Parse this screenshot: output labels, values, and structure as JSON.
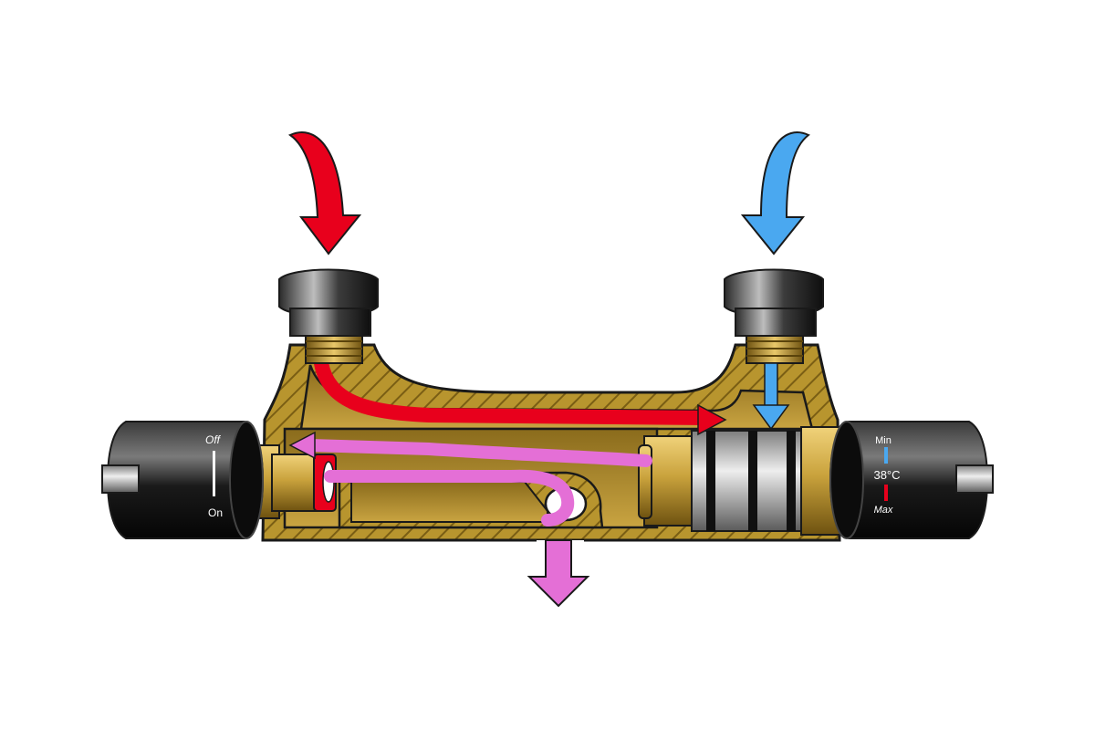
{
  "colors": {
    "hot": "#e8001c",
    "cold": "#4aa8f0",
    "mixed": "#e46fd6",
    "brass": "#b8952e",
    "brass_light": "#d9b85a",
    "brass_dark": "#7a5e14",
    "handle": "#1d1d1d",
    "handle_highlight": "#6b6b6b"
  },
  "left_handle": {
    "off_label": "Off",
    "on_label": "On",
    "icon": "on-off-scale-icon"
  },
  "right_handle": {
    "min_label": "Min",
    "temp_label": "38°C",
    "max_label": "Max",
    "icon": "temperature-scale-icon"
  },
  "flows": [
    {
      "name": "hot-water-inlet",
      "icon": "hot-inlet-arrow-icon"
    },
    {
      "name": "cold-water-inlet",
      "icon": "cold-inlet-arrow-icon"
    },
    {
      "name": "mixed-water-outlet",
      "icon": "outlet-arrow-icon"
    }
  ]
}
